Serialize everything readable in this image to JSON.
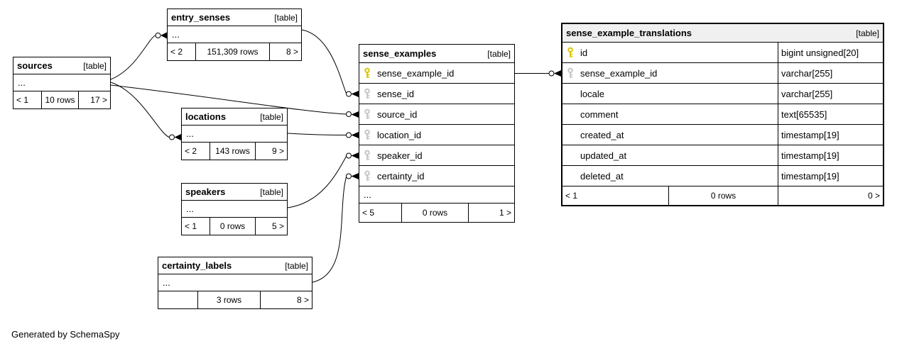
{
  "diagram": {
    "generator_note": "Generated by SchemaSpy",
    "colors": {
      "primary_key": "#ddc700",
      "foreign_key": "#c6c6c6",
      "border": "#000000",
      "focus_header_bg": "#f0f0f0"
    }
  },
  "tables": [
    {
      "name": "entry_senses",
      "tag": "[table]",
      "ellipsis": "...",
      "footer": {
        "left": "< 2",
        "center": "151,309 rows",
        "right": "8 >"
      }
    },
    {
      "name": "sources",
      "tag": "[table]",
      "ellipsis": "...",
      "footer": {
        "left": "< 1",
        "center": "10 rows",
        "right": "17 >"
      }
    },
    {
      "name": "locations",
      "tag": "[table]",
      "ellipsis": "...",
      "footer": {
        "left": "< 2",
        "center": "143 rows",
        "right": "9 >"
      }
    },
    {
      "name": "speakers",
      "tag": "[table]",
      "ellipsis": "...",
      "footer": {
        "left": "< 1",
        "center": "0 rows",
        "right": "5 >"
      }
    },
    {
      "name": "certainty_labels",
      "tag": "[table]",
      "ellipsis": "...",
      "footer": {
        "left": "",
        "center": "3 rows",
        "right": "8 >"
      }
    },
    {
      "name": "sense_examples",
      "tag": "[table]",
      "ellipsis": "...",
      "columns": [
        {
          "name": "sense_example_id",
          "key": "primary"
        },
        {
          "name": "sense_id",
          "key": "foreign"
        },
        {
          "name": "source_id",
          "key": "foreign"
        },
        {
          "name": "location_id",
          "key": "foreign"
        },
        {
          "name": "speaker_id",
          "key": "foreign"
        },
        {
          "name": "certainty_id",
          "key": "foreign"
        }
      ],
      "footer": {
        "left": "< 5",
        "center": "0 rows",
        "right": "1 >"
      }
    },
    {
      "name": "sense_example_translations",
      "tag": "[table]",
      "columns": [
        {
          "name": "id",
          "type": "bigint unsigned[20]",
          "key": "primary"
        },
        {
          "name": "sense_example_id",
          "type": "varchar[255]",
          "key": "foreign"
        },
        {
          "name": "locale",
          "type": "varchar[255]",
          "key": ""
        },
        {
          "name": "comment",
          "type": "text[65535]",
          "key": ""
        },
        {
          "name": "created_at",
          "type": "timestamp[19]",
          "key": ""
        },
        {
          "name": "updated_at",
          "type": "timestamp[19]",
          "key": ""
        },
        {
          "name": "deleted_at",
          "type": "timestamp[19]",
          "key": ""
        }
      ],
      "footer": {
        "left": "< 1",
        "center": "0 rows",
        "right": "0 >"
      }
    }
  ],
  "relationships": [
    {
      "from": "sources",
      "to": "entry_senses"
    },
    {
      "from": "sources",
      "to": "locations"
    },
    {
      "from": "sources",
      "to": "sense_examples.source_id"
    },
    {
      "from": "entry_senses",
      "to": "sense_examples.sense_id"
    },
    {
      "from": "locations",
      "to": "sense_examples.location_id"
    },
    {
      "from": "speakers",
      "to": "sense_examples.speaker_id"
    },
    {
      "from": "certainty_labels",
      "to": "sense_examples.certainty_id"
    },
    {
      "from": "sense_examples",
      "to": "sense_example_translations.sense_example_id"
    }
  ]
}
